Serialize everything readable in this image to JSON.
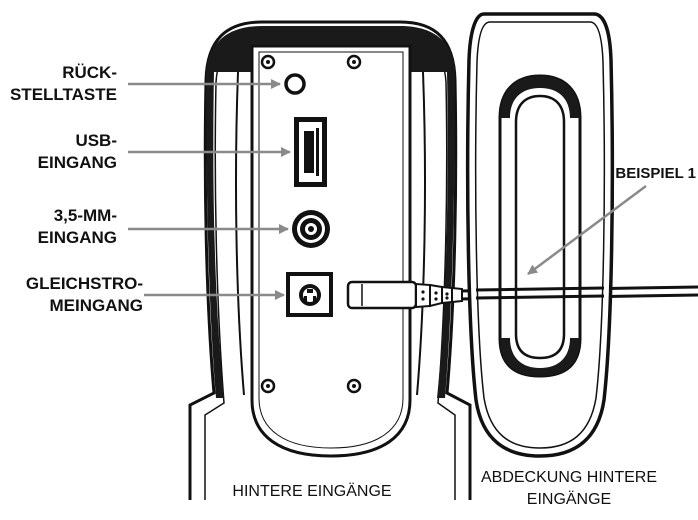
{
  "colors": {
    "ink": "#111111",
    "arrow": "#8a8a8a",
    "paper": "#ffffff"
  },
  "labels": {
    "reset": [
      "RÜCK-",
      "STELLTASTE"
    ],
    "usb": [
      "USB-",
      "EINGANG"
    ],
    "audio": [
      "3,5-MM-",
      "EINGANG"
    ],
    "dc": [
      "GLEICHSTRO-",
      "MEINGANG"
    ],
    "example": "BEISPIEL 1",
    "rear_inputs": "HINTERE EINGÄNGE",
    "cover": [
      "ABDECKUNG HINTERE",
      "EINGÄNGE"
    ]
  },
  "icons": [
    "reset-button-icon",
    "usb-port-icon",
    "audio-jack-icon",
    "dc-jack-icon",
    "power-plug-icon"
  ]
}
